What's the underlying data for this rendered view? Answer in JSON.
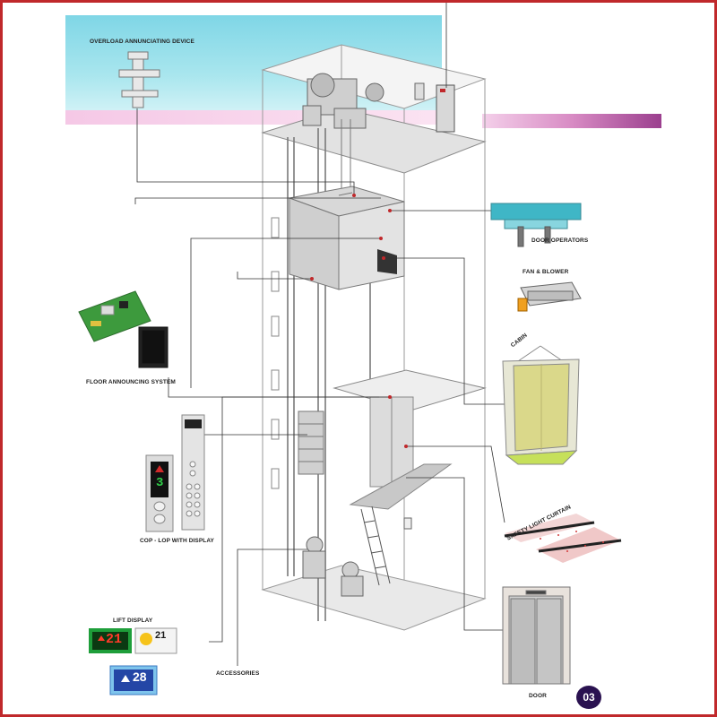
{
  "labels": {
    "overload": "OVERLOAD ANNUNCIATING DEVICE",
    "door_operators": "DOOR OPERATORS",
    "fan_blower": "FAN & BLOWER",
    "cabin": "CABIN",
    "floor_announcing": "FLOOR ANNOUNCING SYSTEM",
    "cop_lop": "COP - LOP WITH DISPLAY",
    "safety_curtain": "SAFETY LIGHT CURTAIN",
    "lift_display": "LIFT DISPLAY",
    "accessories": "ACCESSORIES",
    "door": "DOOR"
  },
  "displays": {
    "red_floor": "21",
    "yellow_floor": "21",
    "blue_floor": "28",
    "cop_floor": "3"
  },
  "page_number": "03",
  "colors": {
    "frame": "#c0282b",
    "banner": "#8fdcea",
    "stripe": "#b84fa8",
    "line": "#333333"
  }
}
